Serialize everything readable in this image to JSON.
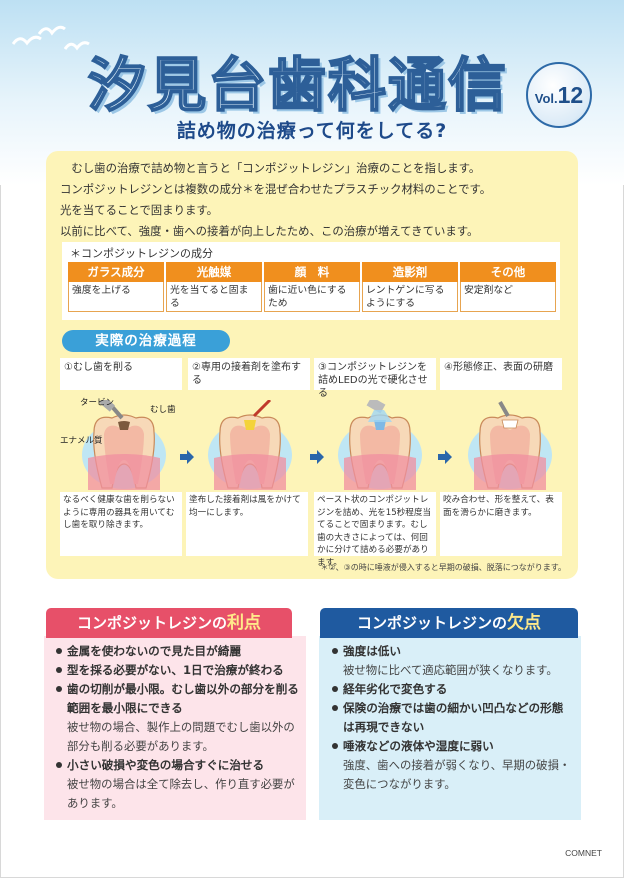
{
  "header": {
    "title": "汐見台歯科通信",
    "vol_label": "Vol.",
    "vol_number": "12",
    "subtitle": "詰め物の治療って何をしてる?"
  },
  "intro": {
    "lines": [
      "　むし歯の治療で詰め物と言うと「コンポジットレジン」治療のことを指します。",
      "コンポジットレジンとは複数の成分＊を混ぜ合わせたプラスチック材料のことです。",
      "光を当てることで固まります。",
      "以前に比べて、強度・歯への接着が向上したため、この治療が増えてきています。"
    ]
  },
  "components": {
    "title": "＊コンポジットレジンの成分",
    "columns": [
      {
        "name": "ガラス成分",
        "desc": "強度を上げる"
      },
      {
        "name": "光触媒",
        "desc": "光を当てると固まる"
      },
      {
        "name": "顔　料",
        "desc": "歯に近い色にするため"
      },
      {
        "name": "造影剤",
        "desc": "レントゲンに写るようにする"
      },
      {
        "name": "その他",
        "desc": "安定剤など"
      }
    ]
  },
  "process": {
    "label": "実際の治療過程",
    "diagram_labels": {
      "turbine": "タービン",
      "caries": "むし歯",
      "enamel": "エナメル質"
    },
    "steps": [
      {
        "title": "①むし歯を削る",
        "desc": "なるべく健康な歯を削らないように専用の器具を用いてむし歯を取り除きます。"
      },
      {
        "title": "②専用の接着剤を塗布する",
        "desc": "塗布した接着剤は風をかけて均一にします。"
      },
      {
        "title": "③コンポジットレジンを詰めLEDの光で硬化させる",
        "desc": "ペースト状のコンポジットレジンを詰め、光を15秒程度当てることで固まります。むし歯の大きさによっては、何回かに分けて詰める必要があります。"
      },
      {
        "title": "④形態修正、表面の研磨",
        "desc": "咬み合わせ、形を整えて、表面を滑らかに磨きます。"
      }
    ],
    "note": "＊②、③の時に唾液が侵入すると早期の破損、脱落につながります。"
  },
  "merits": {
    "tab_prefix": "コンポジットレジンの",
    "tab_em": "利点",
    "items": [
      {
        "point": "金属を使わないので見た目が綺麗",
        "sub": ""
      },
      {
        "point": "型を採る必要がない、1日で治療が終わる",
        "sub": ""
      },
      {
        "point": "歯の切削が最小限。むし歯以外の部分を削る範囲を最小限にできる",
        "sub": "被せ物の場合、製作上の問題でむし歯以外の部分も削る必要があります。"
      },
      {
        "point": "小さい破損や変色の場合すぐに治せる",
        "sub": "被せ物の場合は全て除去し、作り直す必要があります。"
      }
    ]
  },
  "demerits": {
    "tab_prefix": "コンポジットレジンの",
    "tab_em": "欠点",
    "items": [
      {
        "point": "強度は低い",
        "sub": "被せ物に比べて適応範囲が狭くなります。"
      },
      {
        "point": "経年劣化で変色する",
        "sub": ""
      },
      {
        "point": "保険の治療では歯の細かい凹凸などの形態は再現できない",
        "sub": ""
      },
      {
        "point": "唾液などの液体や湿度に弱い",
        "sub": "強度、歯への接着が弱くなり、早期の破損・変色につながります。"
      }
    ]
  },
  "footer": {
    "brand": "COMNET"
  },
  "colors": {
    "accent_orange": "#f08f1e",
    "pink": "#e75069",
    "navy": "#1f5aa0",
    "panel_yellow": "#fdf4b8"
  }
}
